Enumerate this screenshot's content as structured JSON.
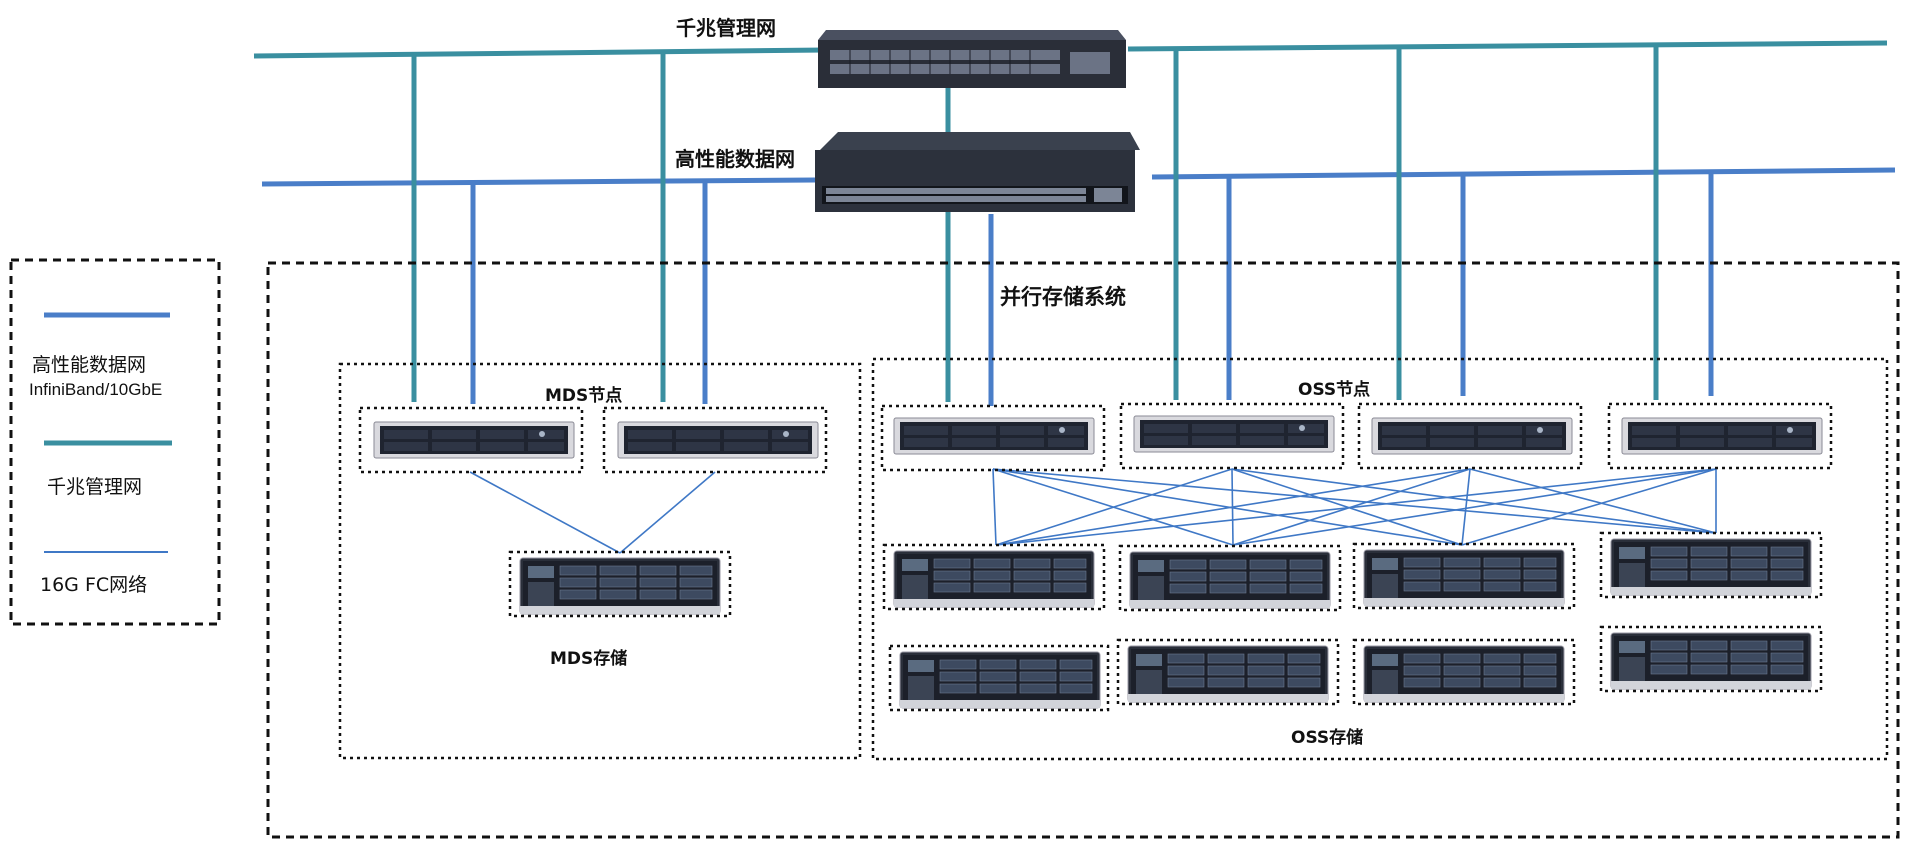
{
  "networks": {
    "mgmt_label": "千兆管理网",
    "data_label": "高性能数据网",
    "mgmt_color": "#3a8fa0",
    "data_color": "#4a7ec8",
    "fc_color": "#3f78c6"
  },
  "system": {
    "title": "并行存储系统",
    "mds_nodes_label": "MDS节点",
    "mds_storage_label": "MDS存储",
    "oss_nodes_label": "OSS节点",
    "oss_storage_label": "OSS存储"
  },
  "legend": {
    "data_net_line1": "高性能数据网",
    "data_net_line2": "InfiniBand/10GbE",
    "mgmt_net": "千兆管理网",
    "fc_net": "16G FC网络"
  },
  "icons": [
    "switch-icon",
    "server-icon",
    "disk-array-icon"
  ]
}
